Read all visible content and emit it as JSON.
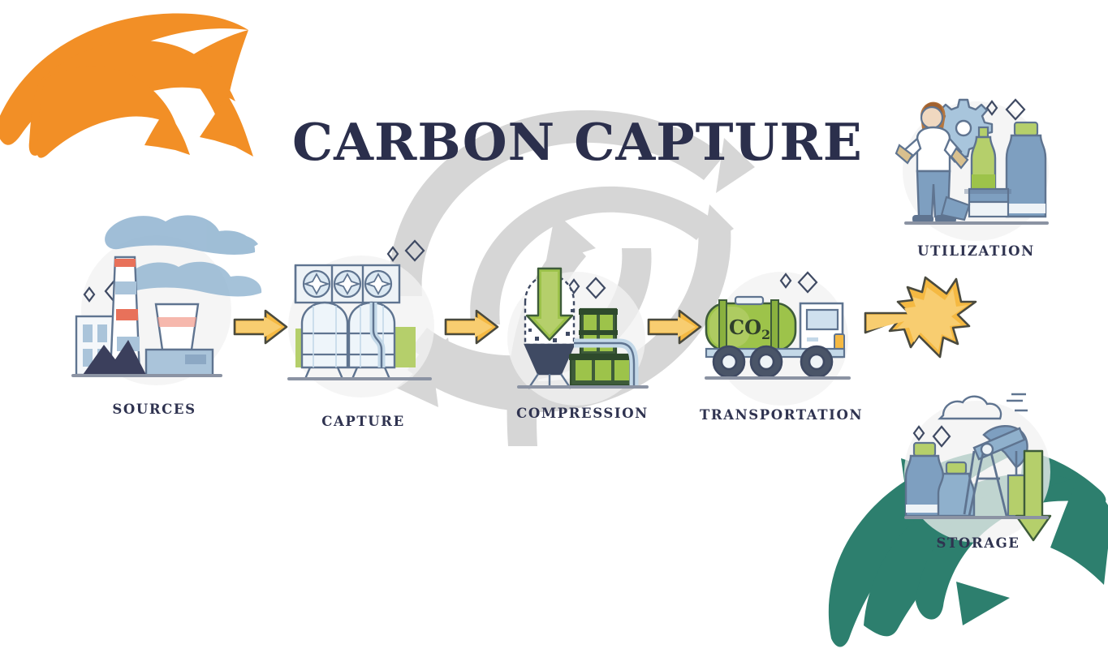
{
  "page": {
    "title": "CARBON CAPTURE",
    "background_color": "#ffffff",
    "title_color": "#2b2f4c",
    "label_color": "#2f3350"
  },
  "brand": {
    "orange_swoosh_color": "#f28f26",
    "teal_swoosh_color": "#2d7f6e",
    "watermark_color": "#d4d4d4",
    "watermark_name": "recycling-arrows-watermark"
  },
  "palette": {
    "arrow_amber": "#f5b942",
    "arrow_amber_light": "#f8cd70",
    "arrow_outline": "#4a4a3e",
    "green_light": "#b5cf6b",
    "green_mid": "#9dc34a",
    "green_dark": "#3e5c3a",
    "blue_steel": "#7e9fc0",
    "blue_pale": "#c8dced",
    "blue_deep": "#4d6d8f",
    "navy_outline": "#3f4a63",
    "smoke_blue": "#8fb3d0",
    "coal_dark": "#3b3f5c",
    "red_stripe": "#e8715a",
    "grey_line": "#8b93a3"
  },
  "flow": {
    "stages": [
      {
        "id": "sources",
        "label": "SOURCES",
        "icon": "factory-smokestack-icon",
        "elements": [
          "office-building",
          "smokestack",
          "cooling-tower",
          "coal-pile",
          "smoke-cloud",
          "sparkle"
        ]
      },
      {
        "id": "capture",
        "label": "CAPTURE",
        "icon": "direct-air-capture-icon",
        "elements": [
          "fan-unit",
          "fan-unit",
          "fan-unit",
          "absorber-tank",
          "absorber-tank",
          "pipe",
          "sparkle"
        ]
      },
      {
        "id": "compression",
        "label": "COMPRESSION",
        "icon": "compressor-hopper-icon",
        "elements": [
          "down-arrow-green",
          "hopper",
          "barrel-stack",
          "pipe",
          "sparkle"
        ]
      },
      {
        "id": "transportation",
        "label": "TRANSPORTATION",
        "icon": "tanker-truck-icon",
        "tank_text": "CO",
        "tank_subscript": "2",
        "elements": [
          "tank-trailer",
          "truck-cab",
          "wheel",
          "wheel",
          "wheel",
          "sparkle"
        ]
      },
      {
        "id": "utilization",
        "label": "UTILIZATION",
        "icon": "worker-products-icon",
        "elements": [
          "worker-person",
          "gear",
          "bottle-green",
          "bottle-blue",
          "crate",
          "sparkle"
        ]
      },
      {
        "id": "storage",
        "label": "STORAGE",
        "icon": "oil-pumpjack-icon",
        "elements": [
          "pumpjack",
          "gas-cylinder",
          "gas-cylinder",
          "cloud",
          "injection-arrow-green",
          "sparkle"
        ]
      }
    ],
    "connectors": [
      {
        "id": "sources-to-capture",
        "icon": "arrow-right-icon",
        "color": "#f5b942"
      },
      {
        "id": "capture-to-compression",
        "icon": "arrow-right-icon",
        "color": "#f5b942"
      },
      {
        "id": "compression-to-transportation",
        "icon": "arrow-right-icon",
        "color": "#f5b942"
      },
      {
        "id": "transportation-split",
        "icon": "branching-arrow-icon",
        "color": "#f5b942"
      }
    ]
  }
}
